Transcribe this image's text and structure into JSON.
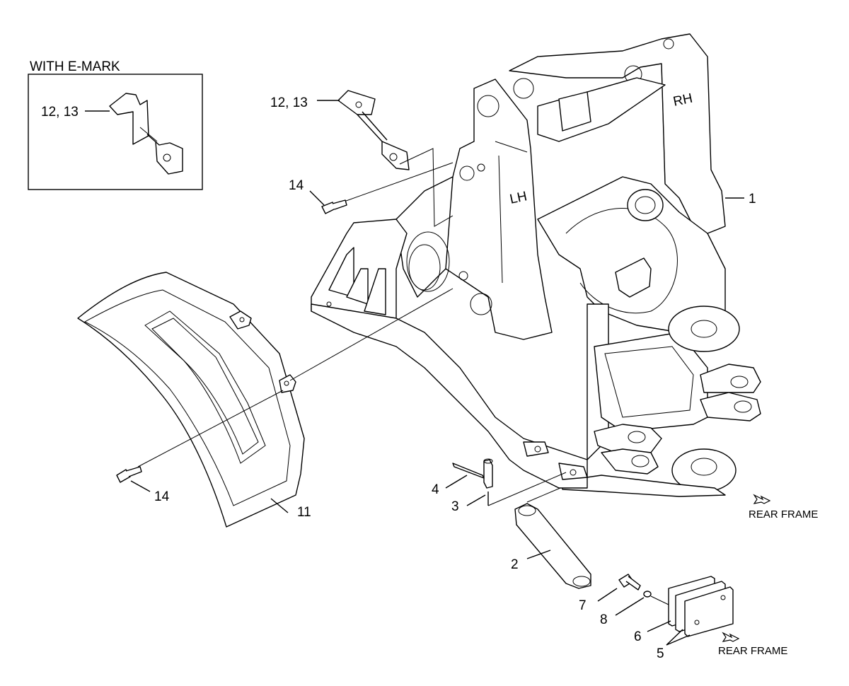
{
  "inset": {
    "title": "WITH E-MARK",
    "part_label": "12, 13"
  },
  "callouts": {
    "c1": "1",
    "c2": "2",
    "c3": "3",
    "c4": "4",
    "c5": "5",
    "c6": "6",
    "c7": "7",
    "c8": "8",
    "c11": "11",
    "c12_13": "12, 13",
    "c14_top": "14",
    "c14_bottom": "14"
  },
  "frame_labels": {
    "lh": "LH",
    "rh": "RH"
  },
  "direction_labels": {
    "rear_frame_1": "REAR FRAME",
    "rear_frame_2": "REAR FRAME"
  }
}
